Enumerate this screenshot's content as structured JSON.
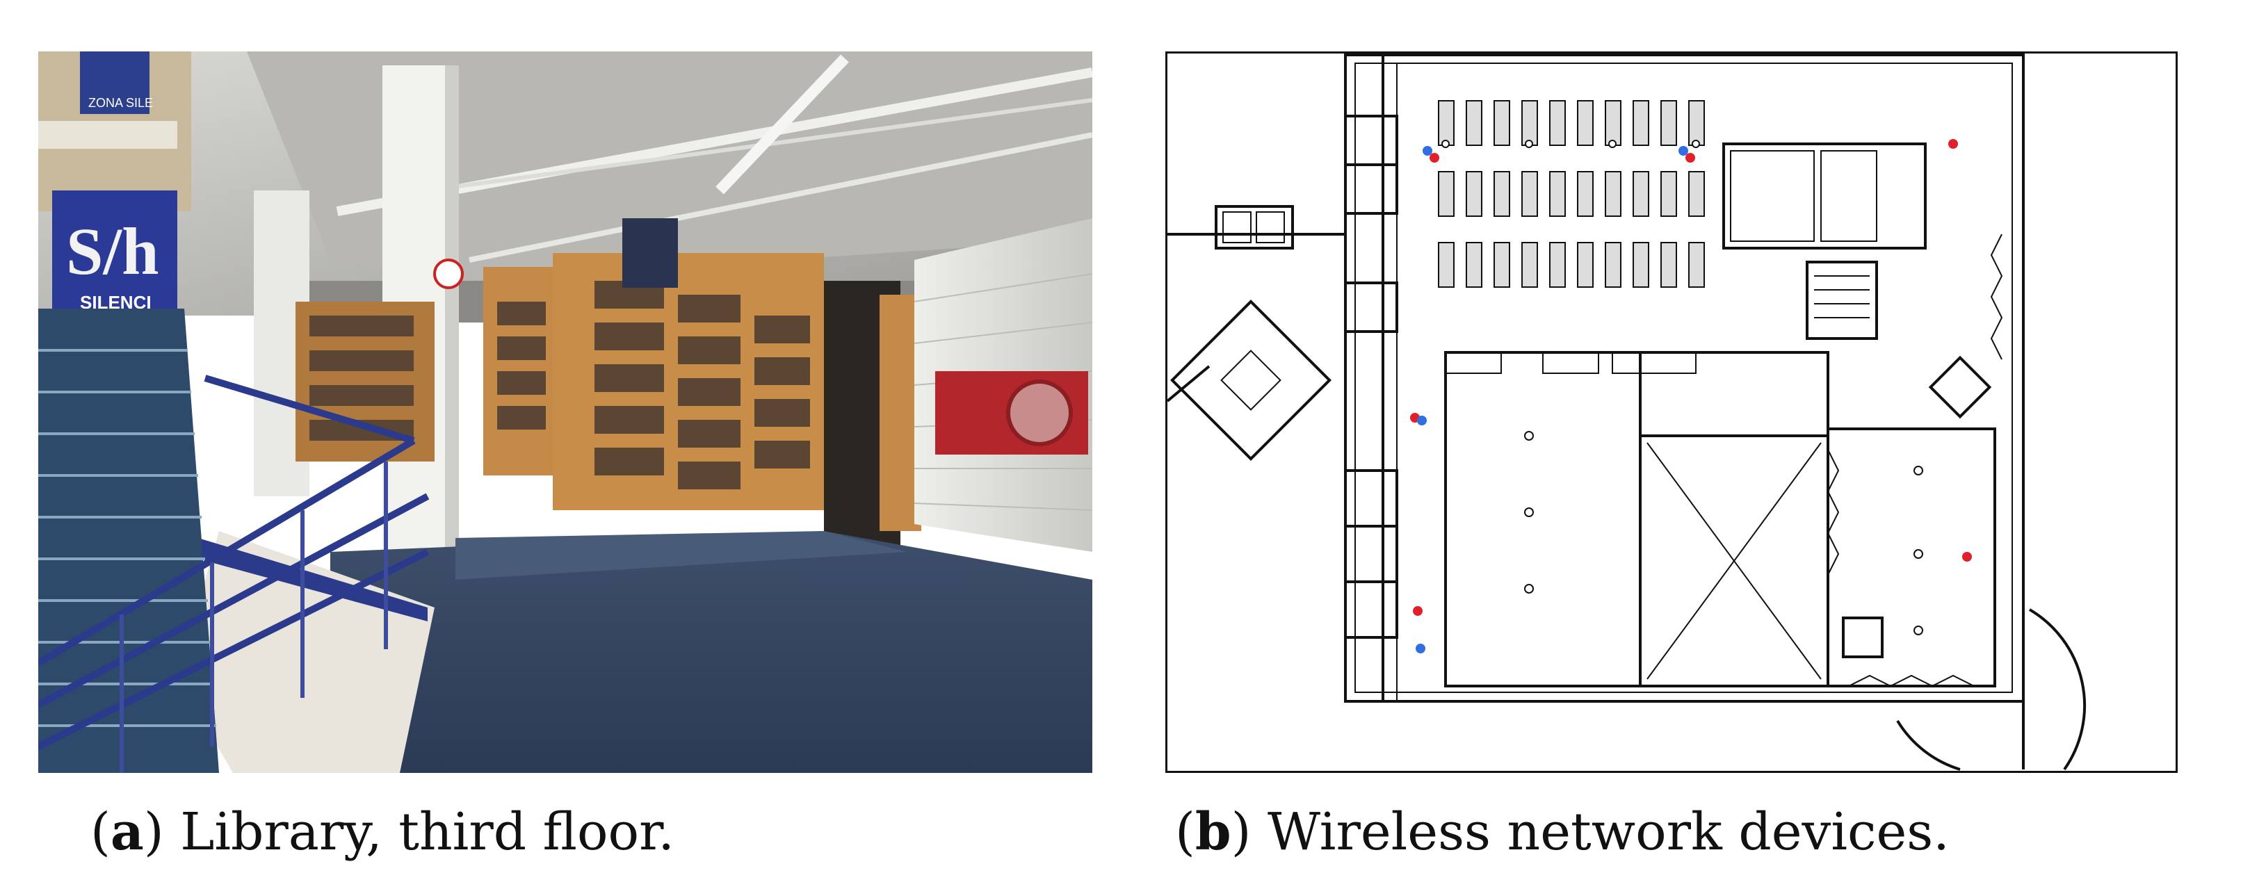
{
  "photo": {
    "banner_text": "SILENCI",
    "banner_logo": "S/h",
    "upper_sign": "ZONA SILE"
  },
  "floor_plan": {
    "legend_colors": {
      "blue_device": "#2f6fe0",
      "red_device": "#e0202a"
    }
  },
  "captions": {
    "a": {
      "letter": "a",
      "text": ") Library, third floor."
    },
    "b": {
      "letter": "b",
      "text": ") Wireless network devices."
    }
  }
}
